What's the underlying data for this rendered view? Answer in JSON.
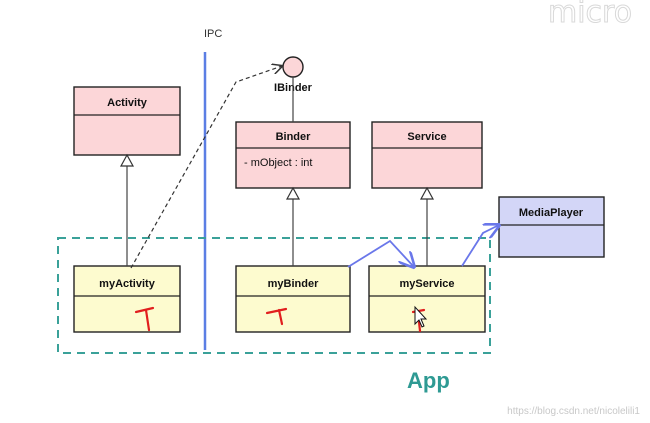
{
  "header": {
    "ipc_label": "IPC",
    "watermark_logo": "micro"
  },
  "classes": {
    "activity": {
      "name": "Activity"
    },
    "ibinder": {
      "name": "IBinder"
    },
    "binder": {
      "name": "Binder",
      "attribute": "- mObject : int"
    },
    "service": {
      "name": "Service"
    },
    "mediaplayer": {
      "name": "MediaPlayer"
    },
    "myactivity": {
      "name": "myActivity"
    },
    "mybinder": {
      "name": "myBinder"
    },
    "myservice": {
      "name": "myService"
    }
  },
  "package": {
    "label": "App"
  },
  "footer": {
    "source_url": "https://blog.csdn.net/nicolelili1"
  },
  "colors": {
    "pink_fill": "#fcd6d8",
    "yellow_fill": "#fdfbcf",
    "lavender_fill": "#d3d6f7",
    "box_stroke": "#222222",
    "teal_package": "#3aa199",
    "ipc_line": "#5b7ee4",
    "association": "#6a77ea",
    "handwriting": "#e11e1e"
  }
}
